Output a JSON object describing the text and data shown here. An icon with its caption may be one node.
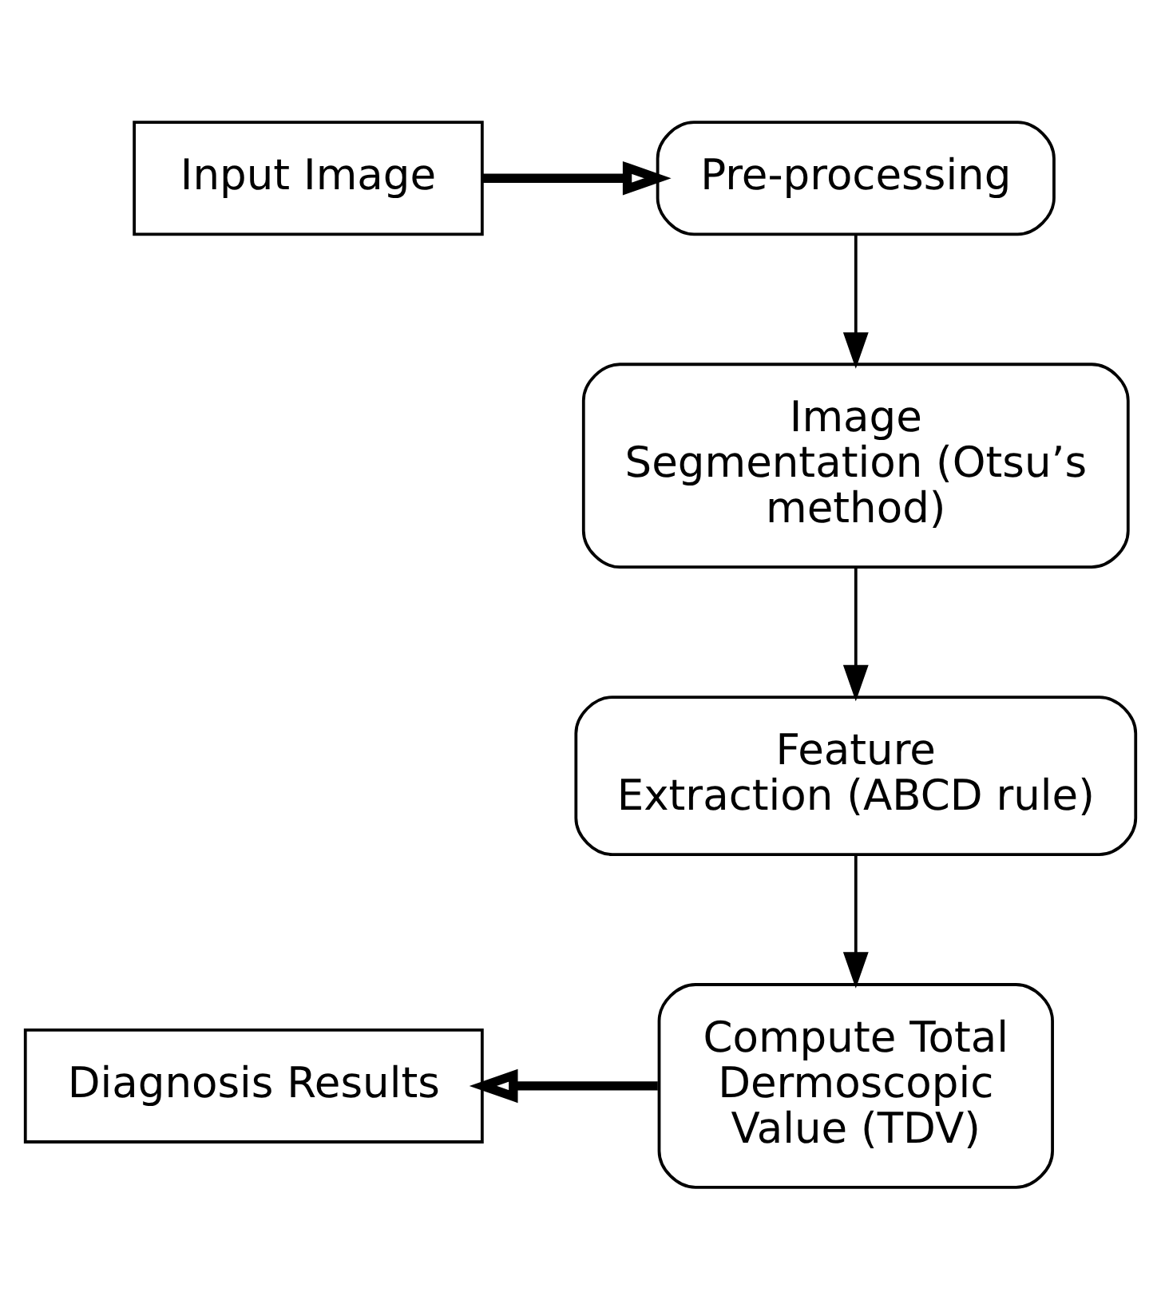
{
  "diagram": {
    "nodes": [
      {
        "text": [
          "Input Image"
        ]
      },
      {
        "text": [
          "Pre-processing"
        ]
      },
      {
        "text": [
          "Image Segmentation (Otsu’s method)"
        ]
      },
      {
        "text": [
          "Feature Extraction (ABCD rule)"
        ]
      },
      {
        "text": [
          "Compute Total Dermoscopic Value (TDV)"
        ]
      },
      {
        "text": [
          "Diagnosis Results"
        ]
      }
    ],
    "edges": [
      {
        "from": 0,
        "to": 1,
        "arrow": "to",
        "style": "thick"
      },
      {
        "from": 1,
        "to": 2,
        "arrow": "to"
      },
      {
        "from": 2,
        "to": 3,
        "arrow": "to"
      },
      {
        "from": 3,
        "to": 4,
        "arrow": "to"
      },
      {
        "from": 4,
        "to": 5,
        "arrow": "to",
        "style": "thick"
      }
    ]
  }
}
